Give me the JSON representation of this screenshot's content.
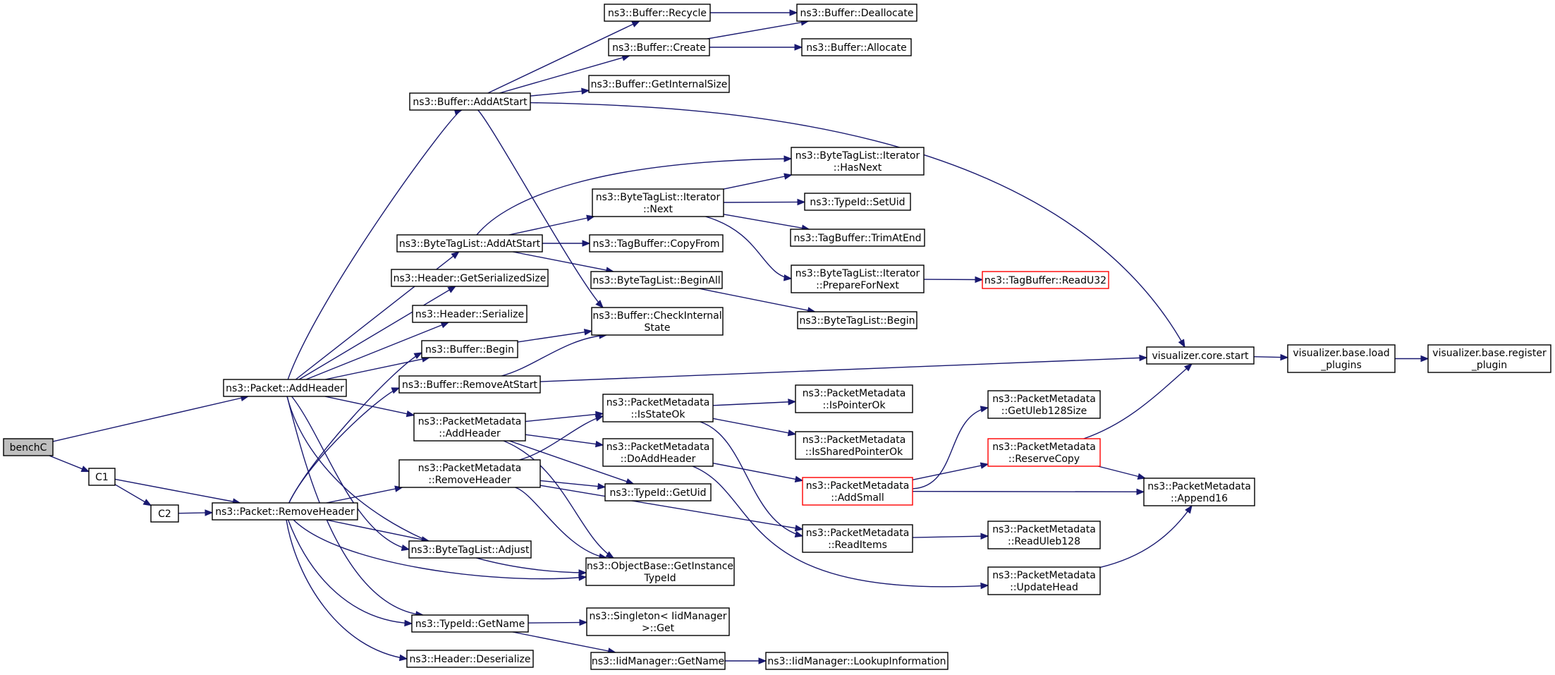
{
  "colors": {
    "edge": "#191970",
    "node_border": "#000000",
    "node_highlight_border": "#ff0000",
    "root_fill": "#bfbfbf",
    "background": "#ffffff"
  },
  "nodes": [
    {
      "id": "benchC",
      "lines": [
        "benchC"
      ],
      "style": "root"
    },
    {
      "id": "C1",
      "lines": [
        "C1"
      ]
    },
    {
      "id": "C2",
      "lines": [
        "C2"
      ]
    },
    {
      "id": "addHeader",
      "lines": [
        "ns3::Packet::AddHeader"
      ]
    },
    {
      "id": "removeHeader",
      "lines": [
        "ns3::Packet::RemoveHeader"
      ]
    },
    {
      "id": "bufRecycle",
      "lines": [
        "ns3::Buffer::Recycle"
      ]
    },
    {
      "id": "bufCreate",
      "lines": [
        "ns3::Buffer::Create"
      ]
    },
    {
      "id": "bufAddAtStart",
      "lines": [
        "ns3::Buffer::AddAtStart"
      ]
    },
    {
      "id": "bufDeallocate",
      "lines": [
        "ns3::Buffer::Deallocate"
      ]
    },
    {
      "id": "bufAllocate",
      "lines": [
        "ns3::Buffer::Allocate"
      ]
    },
    {
      "id": "bufGetInternalSize",
      "lines": [
        "ns3::Buffer::GetInternalSize"
      ]
    },
    {
      "id": "btlIterHasNext",
      "lines": [
        "ns3::ByteTagList::Iterator",
        "::HasNext"
      ]
    },
    {
      "id": "btlIterNext",
      "lines": [
        "ns3::ByteTagList::Iterator",
        "::Next"
      ]
    },
    {
      "id": "typeIdSetUid",
      "lines": [
        "ns3::TypeId::SetUid"
      ]
    },
    {
      "id": "tagBufTrimAtEnd",
      "lines": [
        "ns3::TagBuffer::TrimAtEnd"
      ]
    },
    {
      "id": "btlAddAtStart",
      "lines": [
        "ns3::ByteTagList::AddAtStart"
      ]
    },
    {
      "id": "tagBufCopyFrom",
      "lines": [
        "ns3::TagBuffer::CopyFrom"
      ]
    },
    {
      "id": "btlIterPrepare",
      "lines": [
        "ns3::ByteTagList::Iterator",
        "::PrepareForNext"
      ]
    },
    {
      "id": "tagBufReadU32",
      "lines": [
        "ns3::TagBuffer::ReadU32"
      ],
      "style": "red"
    },
    {
      "id": "hdrGetSerializedSize",
      "lines": [
        "ns3::Header::GetSerializedSize"
      ]
    },
    {
      "id": "btlBeginAll",
      "lines": [
        "ns3::ByteTagList::BeginAll"
      ]
    },
    {
      "id": "hdrSerialize",
      "lines": [
        "ns3::Header::Serialize"
      ]
    },
    {
      "id": "bufCheckInternalState",
      "lines": [
        "ns3::Buffer::CheckInternal",
        "State"
      ]
    },
    {
      "id": "btlBegin",
      "lines": [
        "ns3::ByteTagList::Begin"
      ]
    },
    {
      "id": "bufBegin",
      "lines": [
        "ns3::Buffer::Begin"
      ]
    },
    {
      "id": "vizCoreStart",
      "lines": [
        "visualizer.core.start"
      ]
    },
    {
      "id": "vizLoadPlugins",
      "lines": [
        "visualizer.base.load",
        "_plugins"
      ]
    },
    {
      "id": "vizRegisterPlugin",
      "lines": [
        "visualizer.base.register",
        "_plugin"
      ]
    },
    {
      "id": "bufRemoveAtStart",
      "lines": [
        "ns3::Buffer::RemoveAtStart"
      ]
    },
    {
      "id": "pmIsStateOk",
      "lines": [
        "ns3::PacketMetadata",
        "::IsStateOk"
      ]
    },
    {
      "id": "pmIsPointerOk",
      "lines": [
        "ns3::PacketMetadata",
        "::IsPointerOk"
      ]
    },
    {
      "id": "pmGetUleb128Size",
      "lines": [
        "ns3::PacketMetadata",
        "::GetUleb128Size"
      ]
    },
    {
      "id": "pmAddHeader",
      "lines": [
        "ns3::PacketMetadata",
        "::AddHeader"
      ]
    },
    {
      "id": "pmIsSharedPointerOk",
      "lines": [
        "ns3::PacketMetadata",
        "::IsSharedPointerOk"
      ]
    },
    {
      "id": "pmDoAddHeader",
      "lines": [
        "ns3::PacketMetadata",
        "::DoAddHeader"
      ]
    },
    {
      "id": "pmReserveCopy",
      "lines": [
        "ns3::PacketMetadata",
        "::ReserveCopy"
      ],
      "style": "red"
    },
    {
      "id": "pmRemoveHeader",
      "lines": [
        "ns3::PacketMetadata",
        "::RemoveHeader"
      ]
    },
    {
      "id": "pmAddSmall",
      "lines": [
        "ns3::PacketMetadata",
        "::AddSmall"
      ],
      "style": "red"
    },
    {
      "id": "pmAppend16",
      "lines": [
        "ns3::PacketMetadata",
        "::Append16"
      ]
    },
    {
      "id": "typeIdGetUid",
      "lines": [
        "ns3::TypeId::GetUid"
      ]
    },
    {
      "id": "pmReadItems",
      "lines": [
        "ns3::PacketMetadata",
        "::ReadItems"
      ]
    },
    {
      "id": "pmReadUleb128",
      "lines": [
        "ns3::PacketMetadata",
        "::ReadUleb128"
      ]
    },
    {
      "id": "btlAdjust",
      "lines": [
        "ns3::ByteTagList::Adjust"
      ]
    },
    {
      "id": "objGetInstanceTypeId",
      "lines": [
        "ns3::ObjectBase::GetInstance",
        "TypeId"
      ]
    },
    {
      "id": "pmUpdateHead",
      "lines": [
        "ns3::PacketMetadata",
        "::UpdateHead"
      ]
    },
    {
      "id": "typeIdGetName",
      "lines": [
        "ns3::TypeId::GetName"
      ]
    },
    {
      "id": "singletonGet",
      "lines": [
        "ns3::Singleton< IidManager",
        ">::Get"
      ]
    },
    {
      "id": "hdrDeserialize",
      "lines": [
        "ns3::Header::Deserialize"
      ]
    },
    {
      "id": "iidGetName",
      "lines": [
        "ns3::IidManager::GetName"
      ]
    },
    {
      "id": "iidLookupInformation",
      "lines": [
        "ns3::IidManager::LookupInformation"
      ]
    }
  ],
  "edges": [
    [
      "benchC",
      "addHeader"
    ],
    [
      "benchC",
      "C1"
    ],
    [
      "C1",
      "C2"
    ],
    [
      "C1",
      "removeHeader"
    ],
    [
      "C2",
      "removeHeader"
    ],
    [
      "bufRecycle",
      "bufDeallocate"
    ],
    [
      "bufCreate",
      "bufDeallocate"
    ],
    [
      "bufCreate",
      "bufAllocate"
    ],
    [
      "bufAddAtStart",
      "bufRecycle"
    ],
    [
      "bufAddAtStart",
      "bufCreate"
    ],
    [
      "bufAddAtStart",
      "bufGetInternalSize"
    ],
    [
      "bufAddAtStart",
      "vizCoreStart"
    ],
    [
      "bufAddAtStart",
      "bufCheckInternalState"
    ],
    [
      "addHeader",
      "bufAddAtStart"
    ],
    [
      "addHeader",
      "btlAddAtStart"
    ],
    [
      "addHeader",
      "hdrGetSerializedSize"
    ],
    [
      "addHeader",
      "hdrSerialize"
    ],
    [
      "addHeader",
      "bufBegin"
    ],
    [
      "addHeader",
      "pmAddHeader"
    ],
    [
      "addHeader",
      "btlAdjust"
    ],
    [
      "addHeader",
      "objGetInstanceTypeId"
    ],
    [
      "addHeader",
      "typeIdGetName"
    ],
    [
      "btlAddAtStart",
      "btlIterHasNext"
    ],
    [
      "btlAddAtStart",
      "btlIterNext"
    ],
    [
      "btlAddAtStart",
      "tagBufCopyFrom"
    ],
    [
      "btlAddAtStart",
      "btlBeginAll"
    ],
    [
      "btlIterNext",
      "btlIterHasNext"
    ],
    [
      "btlIterNext",
      "typeIdSetUid"
    ],
    [
      "btlIterNext",
      "tagBufTrimAtEnd"
    ],
    [
      "btlIterNext",
      "btlIterPrepare"
    ],
    [
      "btlIterPrepare",
      "tagBufReadU32"
    ],
    [
      "btlBeginAll",
      "btlBegin"
    ],
    [
      "bufBegin",
      "bufCheckInternalState"
    ],
    [
      "bufRemoveAtStart",
      "bufCheckInternalState"
    ],
    [
      "bufRemoveAtStart",
      "vizCoreStart"
    ],
    [
      "vizCoreStart",
      "vizLoadPlugins"
    ],
    [
      "vizLoadPlugins",
      "vizRegisterPlugin"
    ],
    [
      "removeHeader",
      "bufBegin"
    ],
    [
      "removeHeader",
      "bufRemoveAtStart"
    ],
    [
      "removeHeader",
      "pmRemoveHeader"
    ],
    [
      "removeHeader",
      "btlAdjust"
    ],
    [
      "removeHeader",
      "objGetInstanceTypeId"
    ],
    [
      "removeHeader",
      "typeIdGetName"
    ],
    [
      "removeHeader",
      "hdrDeserialize"
    ],
    [
      "pmAddHeader",
      "pmIsStateOk"
    ],
    [
      "pmAddHeader",
      "pmDoAddHeader"
    ],
    [
      "pmAddHeader",
      "typeIdGetUid"
    ],
    [
      "pmAddHeader",
      "objGetInstanceTypeId"
    ],
    [
      "pmRemoveHeader",
      "pmIsStateOk"
    ],
    [
      "pmRemoveHeader",
      "typeIdGetUid"
    ],
    [
      "pmRemoveHeader",
      "pmReadItems"
    ],
    [
      "pmRemoveHeader",
      "objGetInstanceTypeId"
    ],
    [
      "pmIsStateOk",
      "pmIsPointerOk"
    ],
    [
      "pmIsStateOk",
      "pmIsSharedPointerOk"
    ],
    [
      "pmIsStateOk",
      "pmReadItems"
    ],
    [
      "pmDoAddHeader",
      "pmAddSmall"
    ],
    [
      "pmDoAddHeader",
      "pmUpdateHead"
    ],
    [
      "pmAddSmall",
      "pmGetUleb128Size"
    ],
    [
      "pmAddSmall",
      "pmReserveCopy"
    ],
    [
      "pmAddSmall",
      "pmAppend16"
    ],
    [
      "pmReserveCopy",
      "vizCoreStart"
    ],
    [
      "pmReserveCopy",
      "pmAppend16"
    ],
    [
      "pmReadItems",
      "pmReadUleb128"
    ],
    [
      "pmUpdateHead",
      "pmAppend16"
    ],
    [
      "typeIdGetName",
      "singletonGet"
    ],
    [
      "typeIdGetName",
      "iidGetName"
    ],
    [
      "iidGetName",
      "iidLookupInformation"
    ]
  ]
}
